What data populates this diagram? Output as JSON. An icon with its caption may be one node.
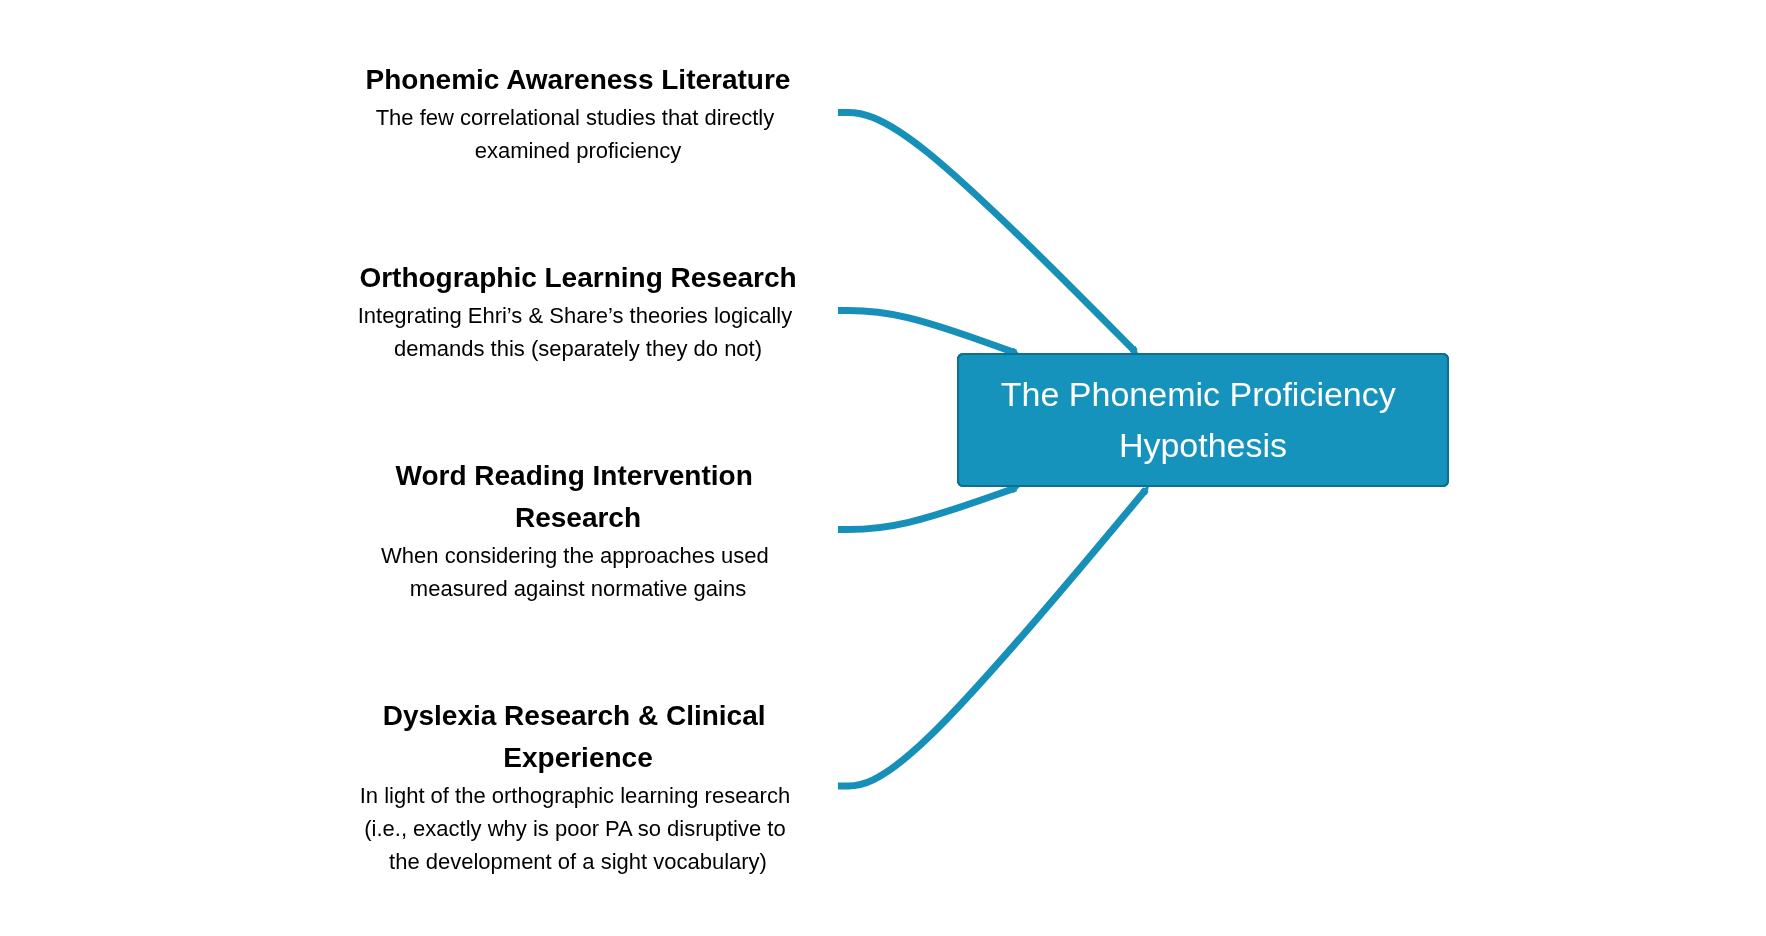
{
  "diagram": {
    "nodes": [
      {
        "text": [
          "Phonemic Awareness Literature",
          "The few correlational studies that directly examined proficiency"
        ]
      },
      {
        "text": [
          "Orthographic Learning Research",
          "Integrating Ehri’s & Share’s theories logically demands this (separately they do not)"
        ]
      },
      {
        "text": [
          "The Phonemic Proficiency Hypothesis"
        ]
      },
      {
        "text": [
          "Word Reading Intervention Research",
          "When considering the approaches used measured against normative gains"
        ]
      },
      {
        "text": [
          "Dyslexia Research & Clinical Experience",
          "In light of the orthographic learning research (i.e., exactly why is poor PA so disruptive to the development of a sight vocabulary)"
        ]
      }
    ],
    "edges": [
      {
        "from": 0,
        "to": 2,
        "arrow": "to"
      },
      {
        "from": 1,
        "to": 2,
        "arrow": "to"
      },
      {
        "from": 3,
        "to": 2,
        "arrow": "to"
      },
      {
        "from": 4,
        "to": 2,
        "arrow": "to"
      }
    ]
  }
}
